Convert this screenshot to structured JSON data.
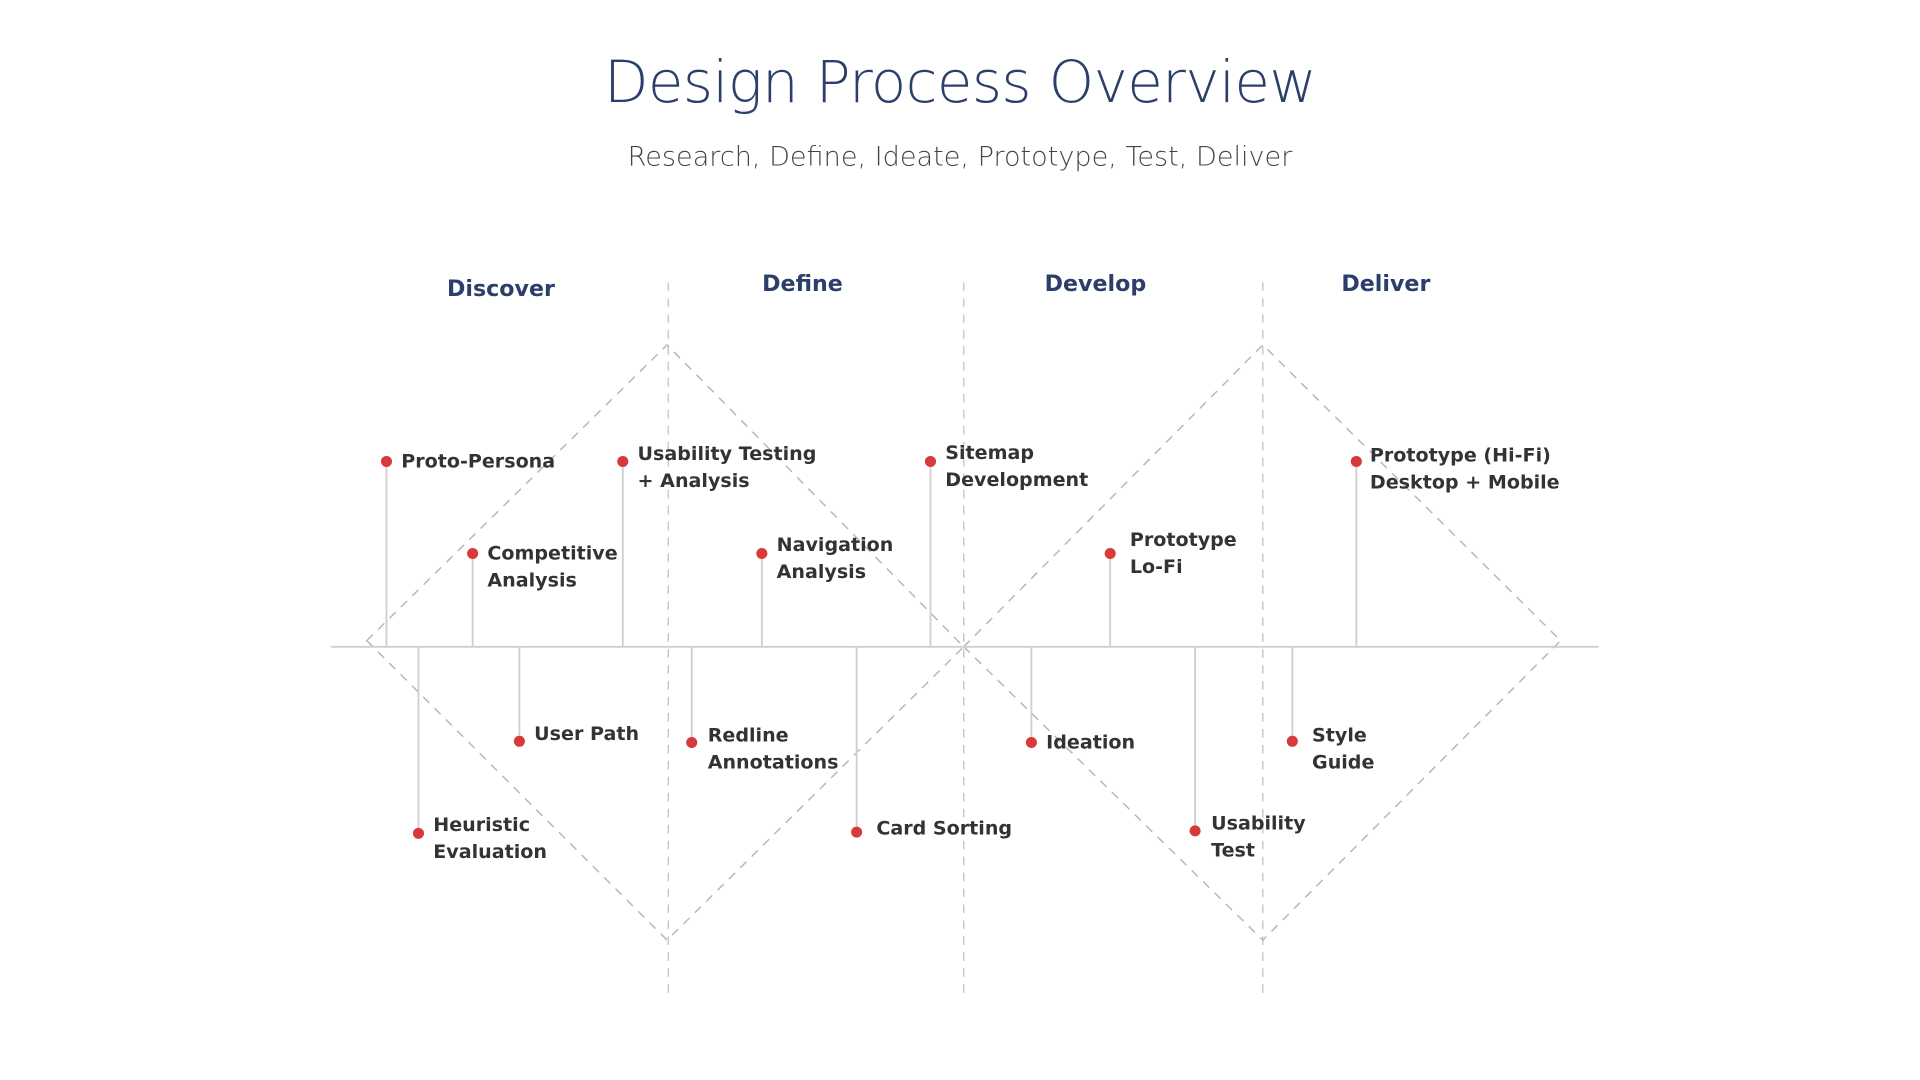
{
  "title": "Design Process Overview",
  "subtitle": "Research, Define, Ideate, Prototype, Test, Deliver",
  "phases": [
    "Discover",
    "Define",
    "Develop",
    "Deliver"
  ],
  "items": {
    "proto_persona": [
      "Proto-Persona"
    ],
    "competitive_analysis": [
      "Competitive",
      "Analysis"
    ],
    "usability_testing": [
      "Usability Testing",
      "+ Analysis"
    ],
    "navigation_analysis": [
      "Navigation",
      "Analysis"
    ],
    "sitemap": [
      "Sitemap",
      "Development"
    ],
    "prototype_lofi": [
      "Prototype",
      "Lo-Fi"
    ],
    "prototype_hifi": [
      "Prototype (Hi-Fi)",
      "Desktop + Mobile"
    ],
    "heuristic_evaluation": [
      "Heuristic",
      "Evaluation"
    ],
    "user_path": [
      "User Path"
    ],
    "redline_annotations": [
      "Redline",
      "Annotations"
    ],
    "card_sorting": [
      "Card Sorting"
    ],
    "ideation": [
      "Ideation"
    ],
    "usability_test": [
      "Usability",
      "Test"
    ],
    "style_guide": [
      "Style",
      "Guide"
    ]
  },
  "colors": {
    "accent": "#d63a3a",
    "heading": "#2c3e6a",
    "text": "#333333",
    "guide": "#c8c8d0"
  }
}
